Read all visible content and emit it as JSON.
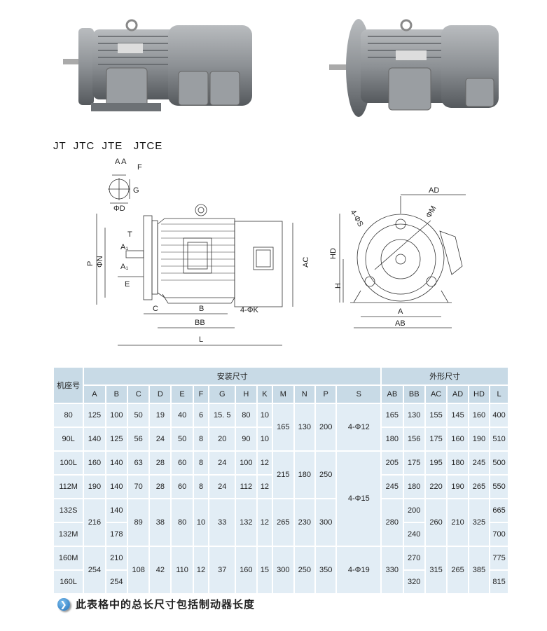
{
  "title": "JT  JTC  JTE   JTCE",
  "drawing": {
    "labels": {
      "aa": "A A",
      "f": "F",
      "g": "G",
      "d": "ΦD",
      "t": "T",
      "a1_top": "A₁",
      "a1_bottom": "A₁",
      "e": "E",
      "p": "P",
      "n": "ΦN",
      "c": "C",
      "b": "B",
      "bb": "BB",
      "l": "L",
      "k": "4-ΦK",
      "ac": "AC",
      "ad": "AD",
      "hd": "HD",
      "h": "H",
      "s": "4-ΦS",
      "m": "ΦM",
      "a": "A",
      "ab": "AB"
    }
  },
  "table": {
    "group_install": "安装尺寸",
    "group_outline": "外形尺寸",
    "frame_header": "机座号",
    "install_cols": [
      "A",
      "B",
      "C",
      "D",
      "E",
      "F",
      "G",
      "H",
      "K",
      "M",
      "N",
      "P",
      "S"
    ],
    "outline_cols": [
      "AB",
      "BB",
      "AC",
      "AD",
      "HD",
      "L"
    ],
    "rows": [
      {
        "cells": [
          "80",
          "125",
          "100",
          "50",
          "19",
          "40",
          "6",
          "15. 5",
          "80",
          "10",
          "165",
          "130",
          "200",
          "4-Φ12",
          "165",
          "130",
          "155",
          "145",
          "160",
          "400"
        ]
      },
      {
        "cells": [
          "90L",
          "140",
          "125",
          "56",
          "24",
          "50",
          "8",
          "20",
          "90",
          "10",
          null,
          null,
          null,
          null,
          "180",
          "156",
          "175",
          "160",
          "190",
          "510"
        ]
      },
      {
        "cells": [
          "100L",
          "160",
          "140",
          "63",
          "28",
          "60",
          "8",
          "24",
          "100",
          "12",
          "215",
          "180",
          "250",
          "4-Φ15",
          "205",
          "175",
          "195",
          "180",
          "245",
          "500"
        ]
      },
      {
        "cells": [
          "112M",
          "190",
          "140",
          "70",
          "28",
          "60",
          "8",
          "24",
          "112",
          "12",
          null,
          null,
          null,
          null,
          "245",
          "180",
          "220",
          "190",
          "265",
          "550"
        ]
      },
      {
        "cells": [
          "132S",
          "216",
          "140",
          "89",
          "38",
          "80",
          "10",
          "33",
          "132",
          "12",
          "265",
          "230",
          "300",
          null,
          "280",
          "200",
          "260",
          "210",
          "325",
          "665"
        ]
      },
      {
        "cells": [
          "132M",
          null,
          "178",
          null,
          null,
          null,
          null,
          null,
          null,
          null,
          null,
          null,
          null,
          null,
          null,
          "240",
          null,
          null,
          null,
          "700"
        ]
      },
      {
        "cells": [
          "160M",
          "254",
          "210",
          "108",
          "42",
          "110",
          "12",
          "37",
          "160",
          "15",
          "300",
          "250",
          "350",
          "4-Φ19",
          "330",
          "270",
          "315",
          "265",
          "385",
          "775"
        ]
      },
      {
        "cells": [
          "160L",
          null,
          "254",
          null,
          null,
          null,
          null,
          null,
          null,
          null,
          null,
          null,
          null,
          null,
          null,
          "320",
          null,
          null,
          null,
          "815"
        ]
      }
    ]
  },
  "note": {
    "icon": "chevron-right-circle-icon",
    "text": "此表格中的总长尺寸包括制动器长度"
  }
}
